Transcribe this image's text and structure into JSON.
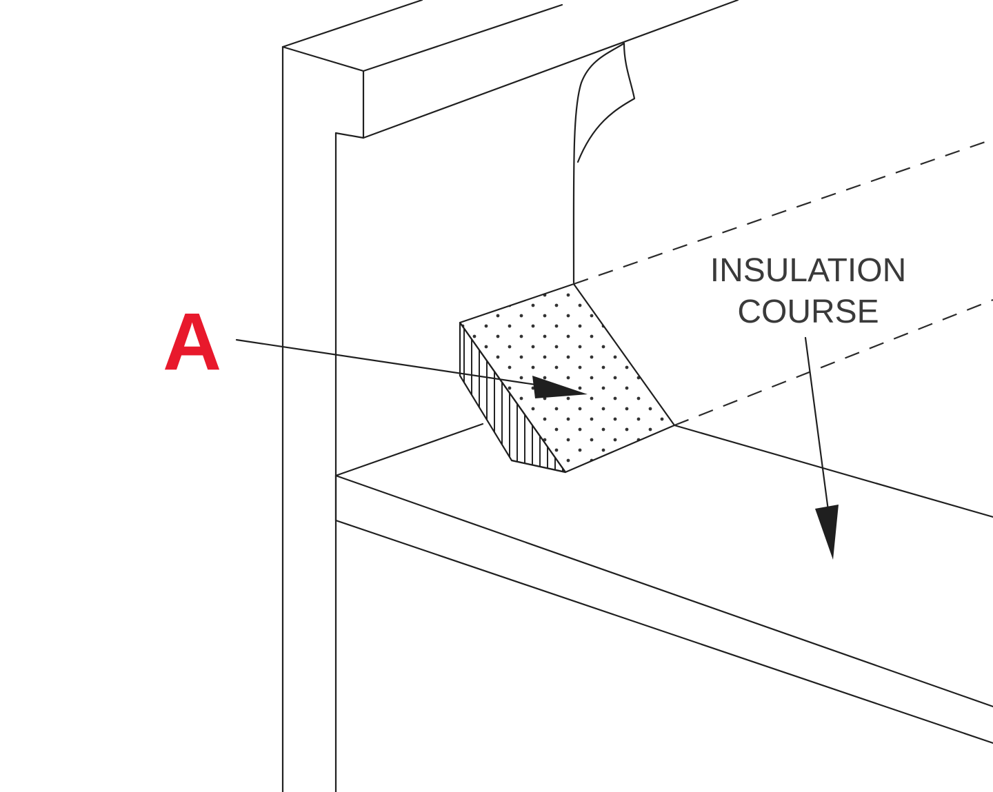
{
  "labels": {
    "callout": "A",
    "insulation_line1": "INSULATION",
    "insulation_line2": "COURSE"
  },
  "colors": {
    "callout": "#e8192c",
    "line": "#1f1f1f",
    "background": "#ffffff"
  }
}
